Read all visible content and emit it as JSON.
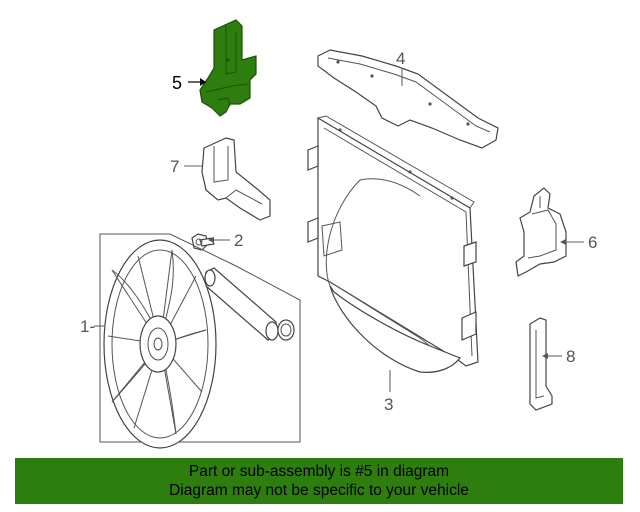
{
  "callouts": [
    {
      "id": "1",
      "label": "1-"
    },
    {
      "id": "2",
      "label": "2"
    },
    {
      "id": "3",
      "label": "3"
    },
    {
      "id": "4",
      "label": "4"
    },
    {
      "id": "5",
      "label": "5"
    },
    {
      "id": "6",
      "label": "6"
    },
    {
      "id": "7",
      "label": "7"
    },
    {
      "id": "8",
      "label": "8"
    }
  ],
  "highlighted_part": "5",
  "colors": {
    "highlight": "#2e7d0f",
    "banner": "#2e7d0f",
    "line": "#444444"
  },
  "banner": {
    "line1": "Part or sub-assembly is #5 in diagram",
    "line2": "Diagram may not be specific to your vehicle"
  }
}
